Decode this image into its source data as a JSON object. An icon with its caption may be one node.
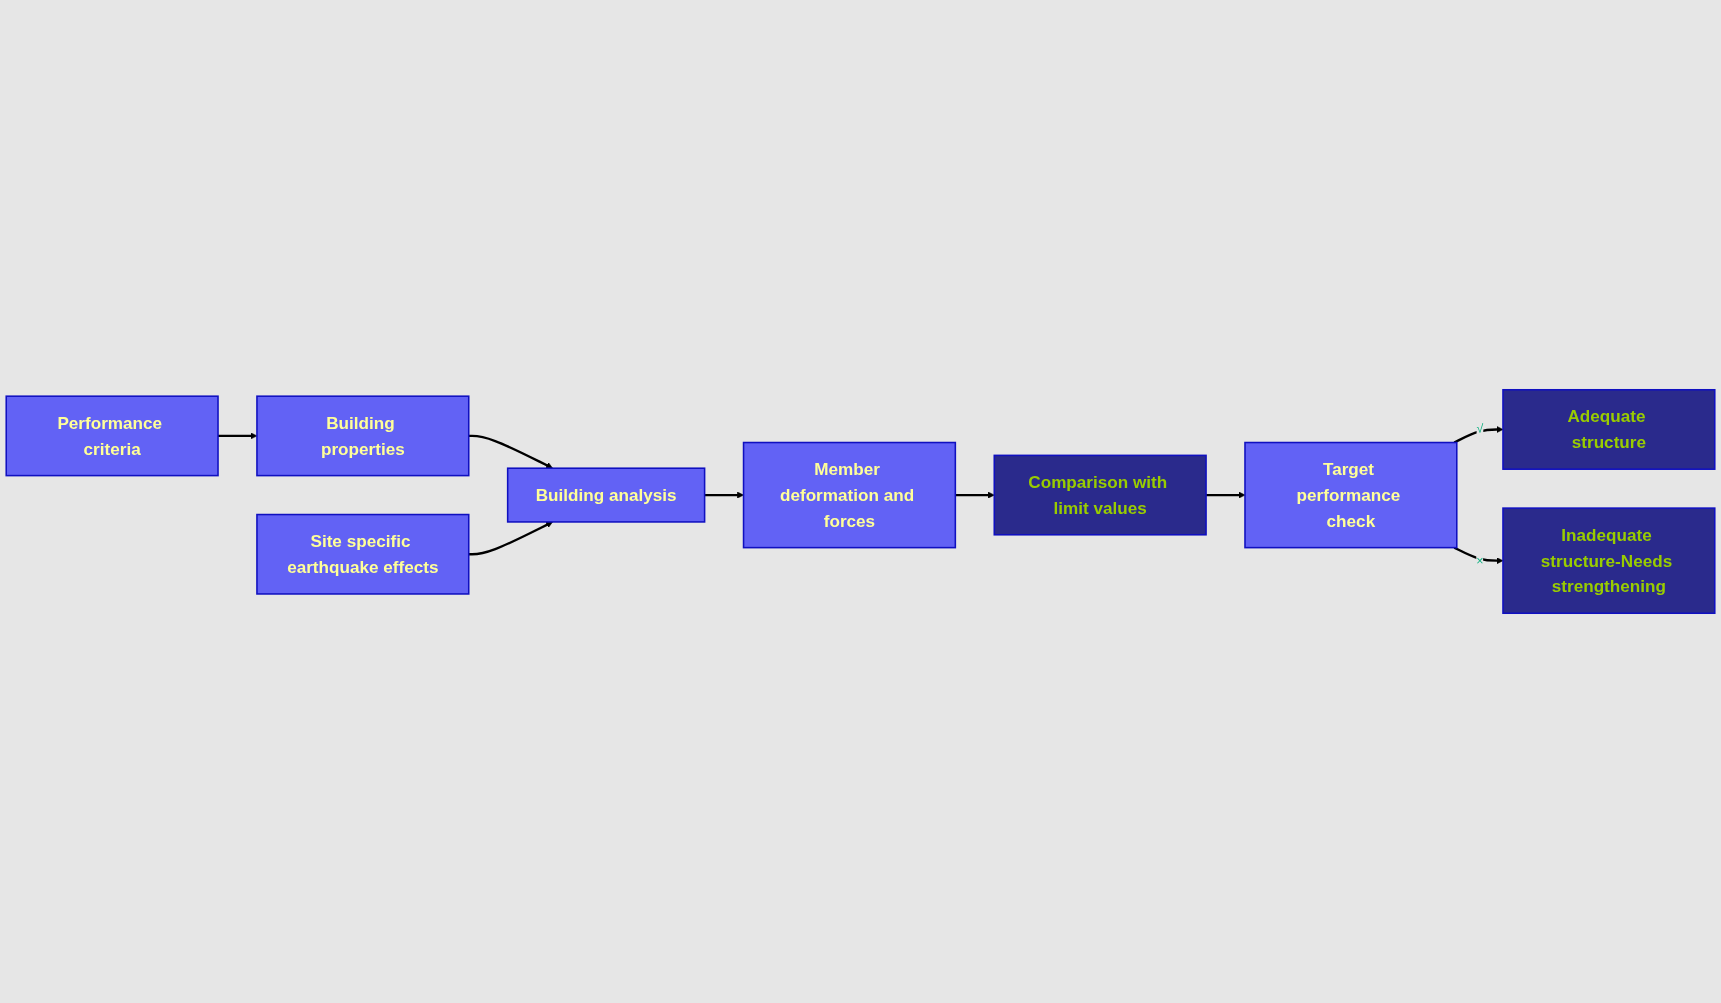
{
  "diagram": {
    "nodes": [
      {
        "text": [
          "Performance criteria"
        ]
      },
      {
        "text": [
          "Building properties"
        ]
      },
      {
        "text": [
          "Site specific earthquake effects"
        ]
      },
      {
        "text": [
          "Building analysis"
        ]
      },
      {
        "text": [
          "Member deformation and forces"
        ]
      },
      {
        "text": [
          "Adequate structure"
        ]
      },
      {
        "text": [
          "Target performance check"
        ]
      },
      {
        "text": [
          "Comparison with limit values"
        ]
      },
      {
        "text": [
          "Inadequate structure-Needs strengthening"
        ]
      }
    ],
    "edges": [
      {
        "from": 0,
        "to": 1,
        "arrow": "to"
      },
      {
        "from": 1,
        "to": 3,
        "arrow": "to"
      },
      {
        "from": 2,
        "to": 3,
        "arrow": "to"
      },
      {
        "from": 3,
        "to": 4,
        "arrow": "to"
      },
      {
        "from": 4,
        "to": 7,
        "arrow": "to"
      },
      {
        "from": 7,
        "to": 6,
        "arrow": "to"
      },
      {
        "from": 6,
        "to": 5,
        "arrow": "to",
        "label": "√"
      },
      {
        "from": 6,
        "to": 8,
        "arrow": "to",
        "label": "×"
      }
    ]
  }
}
